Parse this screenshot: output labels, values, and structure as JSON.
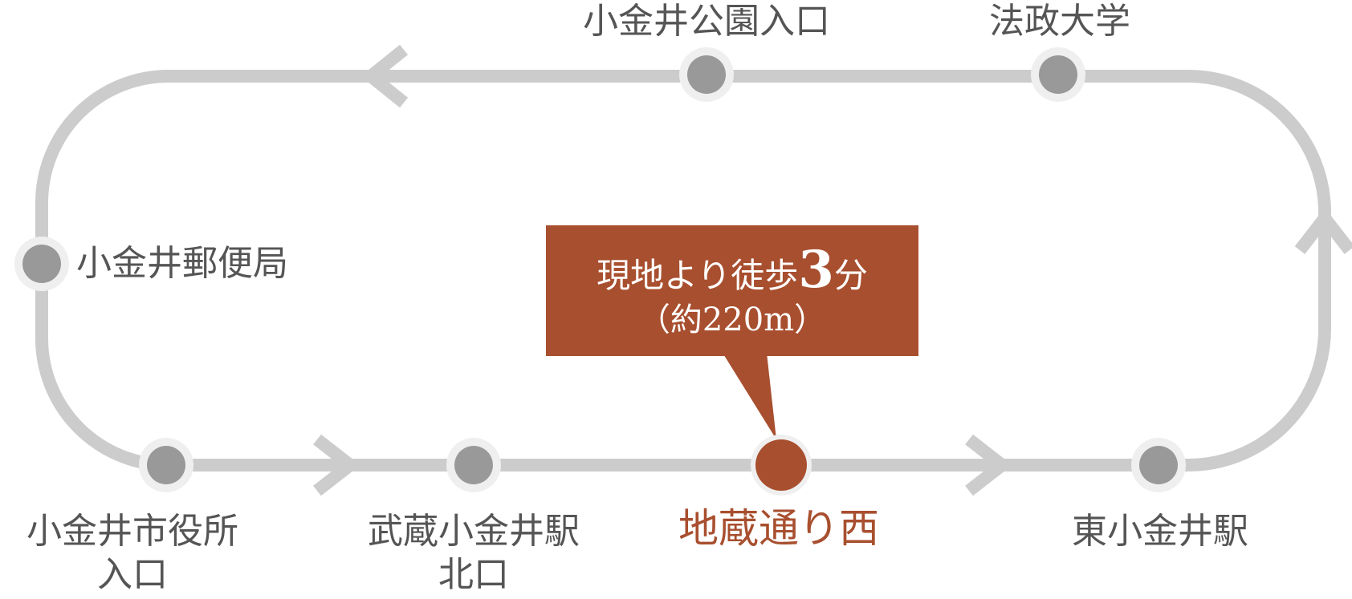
{
  "colors": {
    "route_line": "#cccccc",
    "stop_marker": "#999999",
    "stop_ring": "#efefef",
    "current_accent": "#a84f2f",
    "label_text": "#555555"
  },
  "stops": [
    {
      "id": "koganei-koen-iriguchi",
      "label": "小金井公園入口"
    },
    {
      "id": "hosei-daigaku",
      "label": "法政大学"
    },
    {
      "id": "koganei-yubinkyoku",
      "label": "小金井郵便局"
    },
    {
      "id": "koganei-shiyakusho",
      "label_line1": "小金井市役所",
      "label_line2": "入口"
    },
    {
      "id": "musashi-koganei-eki",
      "label_line1": "武蔵小金井駅",
      "label_line2": "北口"
    },
    {
      "id": "jizo-dori-nishi",
      "label": "地蔵通り西",
      "current": true
    },
    {
      "id": "higashi-koganei-eki",
      "label": "東小金井駅"
    }
  ],
  "callout": {
    "walk_prefix": "現地より徒歩",
    "walk_minutes": "3",
    "walk_unit": "分",
    "distance": "（約220m）"
  }
}
